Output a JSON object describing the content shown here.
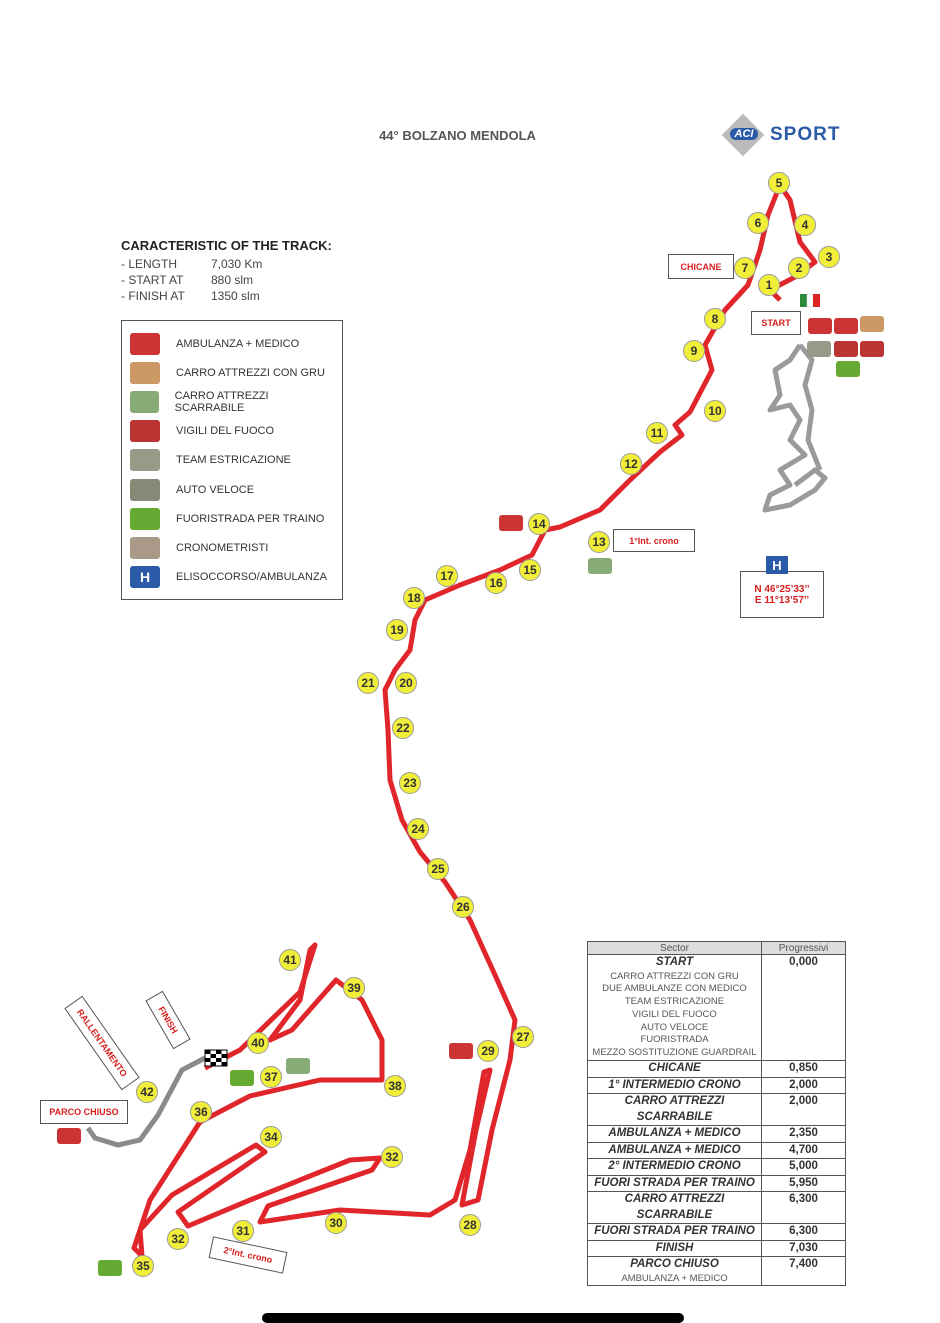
{
  "title": "44° BOLZANO MENDOLA",
  "logo": {
    "aci": "ACI",
    "sport": "SPORT"
  },
  "characteristics": {
    "heading": "CARACTERISTIC OF THE TRACK:",
    "rows": [
      {
        "label": "- LENGTH",
        "value": "7,030 Km"
      },
      {
        "label": "- START AT",
        "value": "880 slm"
      },
      {
        "label": "- FINISH AT",
        "value": "1350 slm"
      }
    ]
  },
  "legend": [
    {
      "label": "AMBULANZA + MEDICO",
      "icon": "ambulance-icon",
      "color": "#c33"
    },
    {
      "label": "CARRO ATTREZZI CON GRU",
      "icon": "crane-truck-icon",
      "color": "#c96"
    },
    {
      "label": "CARRO ATTREZZI SCARRABILE",
      "icon": "flatbed-truck-icon",
      "color": "#8a7"
    },
    {
      "label": "VIGILI DEL FUOCO",
      "icon": "fire-truck-icon",
      "color": "#b33"
    },
    {
      "label": "TEAM ESTRICAZIONE",
      "icon": "extrication-car-icon",
      "color": "#998"
    },
    {
      "label": "AUTO VELOCE",
      "icon": "fast-car-icon",
      "color": "#887"
    },
    {
      "label": "FUORISTRADA PER TRAINO",
      "icon": "offroad-icon",
      "color": "#6a3"
    },
    {
      "label": "CRONOMETRISTI",
      "icon": "stopwatch-icon",
      "color": "#a98"
    },
    {
      "label": "ELISOCCORSO/AMBULANZA",
      "icon": "helipad-icon",
      "color": "#2a5aa8",
      "glyph": "H"
    }
  ],
  "map": {
    "markers": [
      "1",
      "2",
      "3",
      "4",
      "5",
      "6",
      "7",
      "8",
      "9",
      "10",
      "11",
      "12",
      "13",
      "14",
      "15",
      "16",
      "17",
      "18",
      "19",
      "20",
      "21",
      "22",
      "23",
      "24",
      "25",
      "26",
      "27",
      "28",
      "29",
      "30",
      "31",
      "32",
      "32",
      "34",
      "35",
      "36",
      "37",
      "38",
      "39",
      "40",
      "41",
      "42"
    ],
    "labels": {
      "chicane": "CHICANE",
      "start": "START",
      "int1": "1°Int. crono",
      "coord1": "N 46°25’33’’",
      "coord2": "E 11°13’57’’",
      "parco": "PARCO CHIUSO",
      "rallentamento": "RALLENTAMENTO",
      "finish": "FINISH",
      "int2": "2°Int. crono",
      "heli": "H"
    },
    "track_color": "#e0262b"
  },
  "sector_table": {
    "headers": [
      "Sector",
      "Progressivi"
    ],
    "rows": [
      {
        "sector": "START",
        "value": "0,000",
        "sub": [
          "CARRO ATTREZZI CON GRU",
          "DUE AMBULANZE CON MEDICO",
          "TEAM ESTRICAZIONE",
          "VIGILI DEL FUOCO",
          "AUTO VELOCE",
          "FUORISTRADA",
          "MEZZO SOSTITUZIONE GUARDRAIL"
        ]
      },
      {
        "sector": "CHICANE",
        "value": "0,850"
      },
      {
        "sector": "1° INTERMEDIO CRONO",
        "value": "2,000"
      },
      {
        "sector": "CARRO ATTREZZI SCARRABILE",
        "value": "2,000"
      },
      {
        "sector": "AMBULANZA + MEDICO",
        "value": "2,350"
      },
      {
        "sector": "AMBULANZA + MEDICO",
        "value": "4,700"
      },
      {
        "sector": "2° INTERMEDIO CRONO",
        "value": "5,000"
      },
      {
        "sector": "FUORI STRADA PER TRAINO",
        "value": "5,950"
      },
      {
        "sector": "CARRO ATTREZZI SCARRABILE",
        "value": "6,300"
      },
      {
        "sector": "FUORI STRADA PER TRAINO",
        "value": "6,300"
      },
      {
        "sector": "FINISH",
        "value": "7,030"
      },
      {
        "sector": "PARCO CHIUSO",
        "value": "7,400",
        "sub": [
          "AMBULANZA + MEDICO"
        ]
      }
    ]
  }
}
